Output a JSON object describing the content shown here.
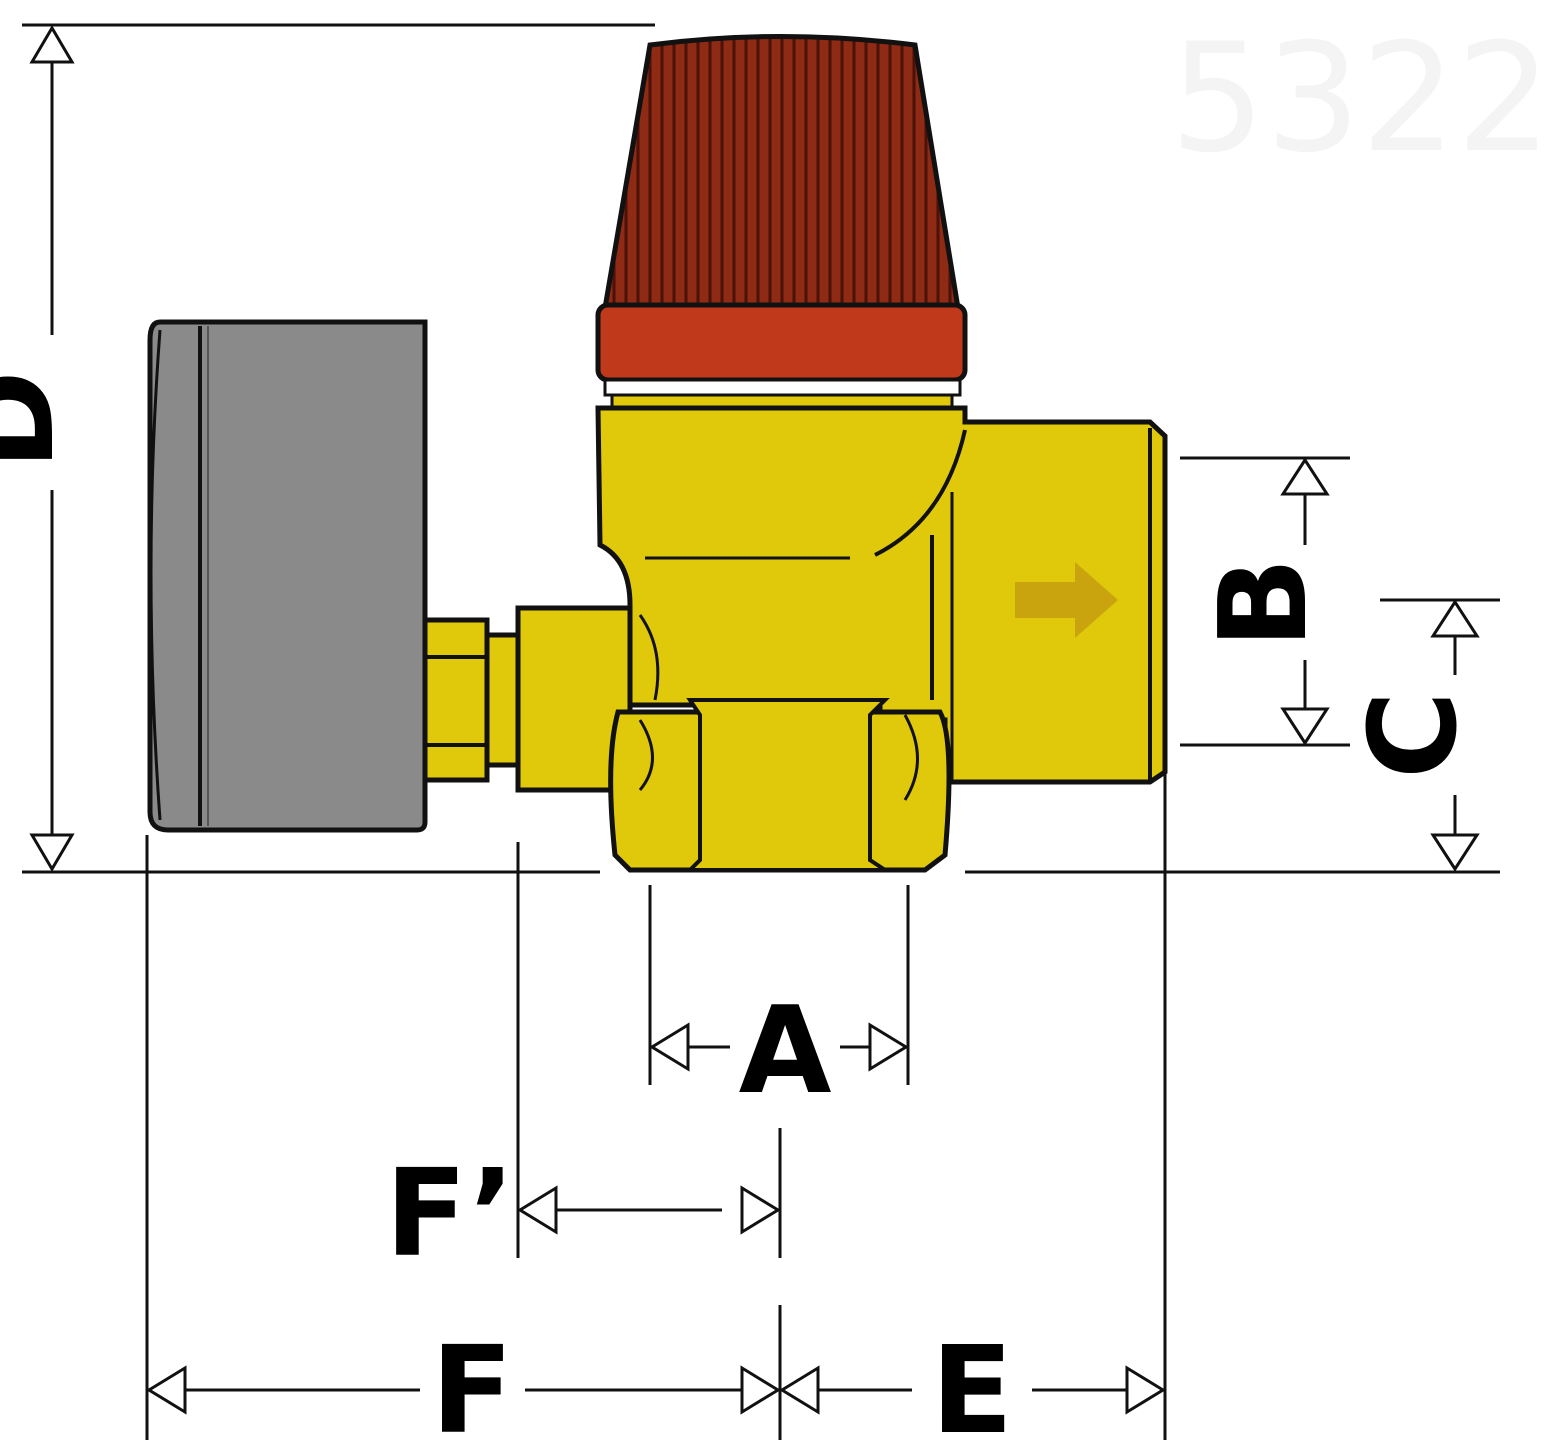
{
  "diagram": {
    "watermark": "5322",
    "colors": {
      "cap": "#8f2b14",
      "cap_ring": "#c0391a",
      "body": "#e0c80a",
      "body_arrow": "#c9a40e",
      "gauge": "#8a8a8a",
      "outline": "#111111",
      "background": "#ffffff"
    },
    "dimensions": {
      "A": "A",
      "B": "B",
      "C": "C",
      "D": "D",
      "E": "E",
      "F": "F",
      "F_prime": "F’"
    }
  }
}
